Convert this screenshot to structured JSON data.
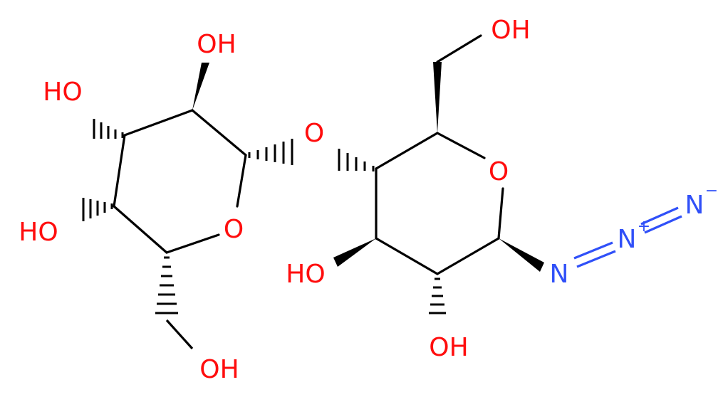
{
  "atoms": {
    "oh_left_top": "OH",
    "ho_left_upper": "HO",
    "ho_left_lower": "HO",
    "o_ring_left": "O",
    "oh_left_bottom": "OH",
    "o_bridge": "O",
    "oh_right_top": "OH",
    "o_ring_right": "O",
    "ho_right": "HO",
    "oh_right_bottom": "OH",
    "n_azide_1": "N",
    "n_azide_2": "N",
    "n_azide_3": "N",
    "charge_plus": "+",
    "charge_minus": "−"
  },
  "colors": {
    "bond": "#000000",
    "oxygen": "#ff0d0d",
    "nitrogen": "#3050f8"
  }
}
